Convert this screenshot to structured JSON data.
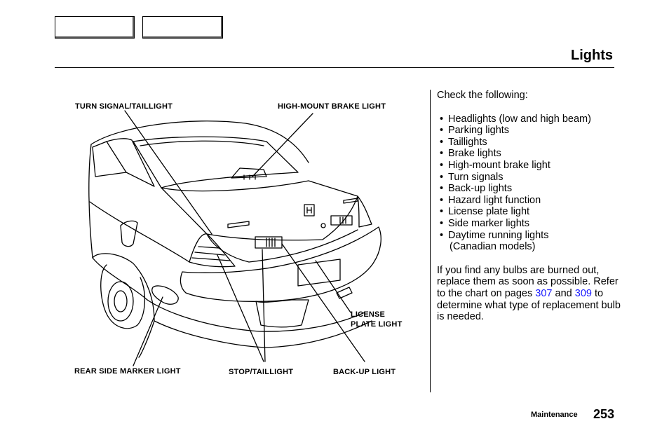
{
  "nav": {
    "prev_label": "",
    "next_label": ""
  },
  "page": {
    "title": "Lights"
  },
  "figure": {
    "labels": {
      "turn_signal": "TURN SIGNAL/TAILLIGHT",
      "high_mount": "HIGH-MOUNT BRAKE LIGHT",
      "license_line1": "LICENSE",
      "license_line2": "PLATE LIGHT",
      "rear_side_marker": "REAR SIDE MARKER LIGHT",
      "stop_tail": "STOP/TAILLIGHT",
      "backup": "BACK-UP LIGHT"
    }
  },
  "text": {
    "intro": "Check the following:",
    "items": [
      "Headlights (low and high beam)",
      "Parking lights",
      "Taillights",
      "Brake lights",
      "High-mount brake light",
      "Turn signals",
      "Back-up lights",
      "Hazard light function",
      "License plate light",
      "Side marker lights",
      "Daytime running lights"
    ],
    "items_sub": "(Canadian models)",
    "para_a": "If you find any bulbs are burned out, replace them as soon as possible. Refer to the chart on pages",
    "link_307": "307",
    "para_b": "and",
    "link_309": "309",
    "para_c": "to determine what type of replacement bulb is needed."
  },
  "footer": {
    "section": "Maintenance",
    "page_number": "253"
  }
}
